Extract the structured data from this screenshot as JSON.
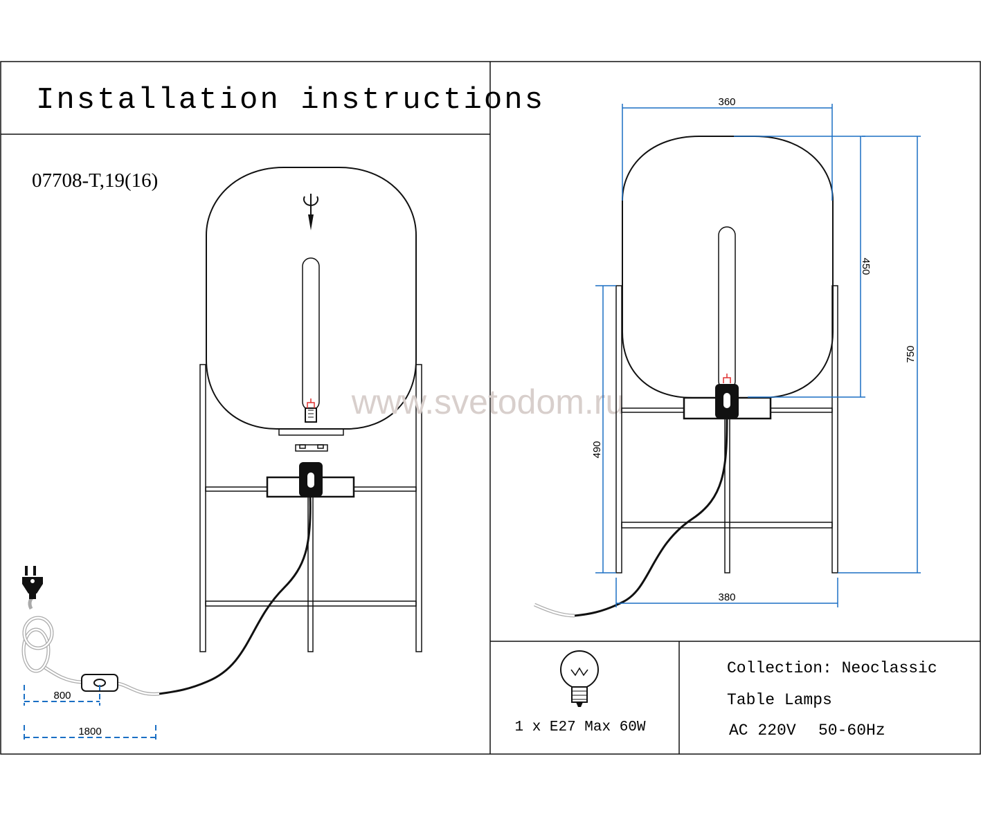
{
  "title": "Installation instructions",
  "model": "07708-T,19(16)",
  "watermark": "www.svetodom.ru",
  "cord_dimensions": {
    "to_switch": "800",
    "total": "1800"
  },
  "lamp_dimensions": {
    "shade_width": "360",
    "shade_height": "450",
    "total_height": "750",
    "frame_height": "490",
    "frame_width": "380"
  },
  "bulb": {
    "spec": "1 x E27 Max 60W"
  },
  "specs": {
    "collection": "Collection: Neoclassic",
    "type": "Table Lamps",
    "voltage": "AC 220V",
    "frequency": "50-60Hz"
  },
  "colors": {
    "dimension": "#1a6fc4",
    "line": "#111111",
    "watermark": "#d8cfcc"
  }
}
